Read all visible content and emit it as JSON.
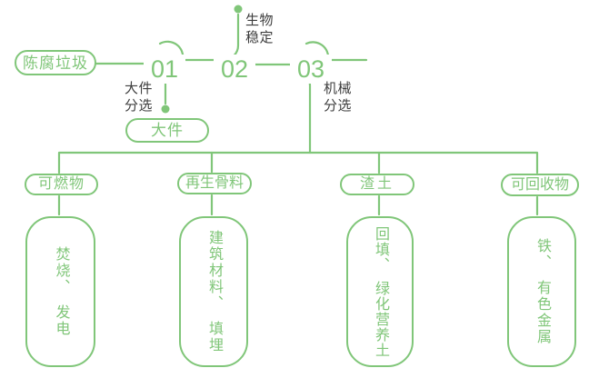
{
  "colors": {
    "green": "#80c679",
    "dark_text": "#3e3e3e",
    "background": "#ffffff"
  },
  "flow": {
    "source": {
      "label": "陈腐垃圾"
    },
    "steps": [
      {
        "number": "01",
        "label": "大件\n分选",
        "output_label": "大件"
      },
      {
        "number": "02",
        "label": "生物\n稳定"
      },
      {
        "number": "03",
        "label": "机械\n分选"
      }
    ]
  },
  "branches": [
    {
      "category": "可燃物",
      "products": "焚烧、　发电"
    },
    {
      "category": "再生骨料",
      "products": "建筑材料、　填埋"
    },
    {
      "category": "渣土",
      "products": "回填、　绿化营养土"
    },
    {
      "category": "可回收物",
      "products": "铁、　有色金属"
    }
  ]
}
